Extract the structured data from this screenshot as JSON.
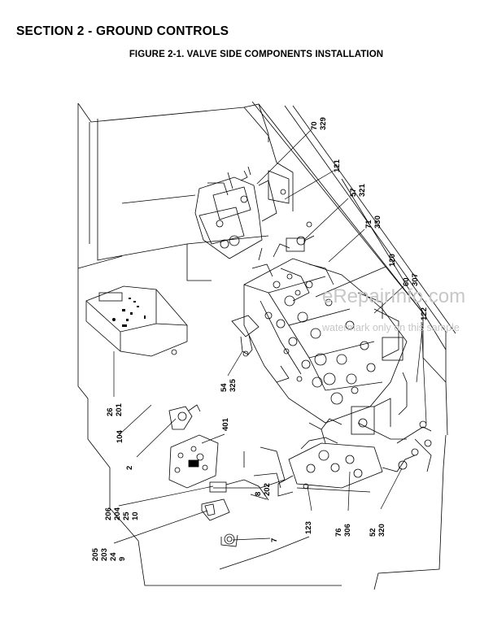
{
  "section_title": "SECTION 2 - GROUND CONTROLS",
  "figure_title": "FIGURE 2-1. VALVE SIDE COMPONENTS INSTALLATION",
  "watermark": {
    "main": "eRepairInfo.com",
    "sub": "watermark only on this sample"
  },
  "callouts": {
    "c70_329": [
      "70",
      "329"
    ],
    "c121": [
      "121"
    ],
    "c57_321": [
      "57",
      "321"
    ],
    "c71_330": [
      "71",
      "330"
    ],
    "c120": [
      "120"
    ],
    "c60_307": [
      "60",
      "307"
    ],
    "c122": [
      "122"
    ],
    "c54_325": [
      "54",
      "325"
    ],
    "c26_201": [
      "26",
      "201"
    ],
    "c104": [
      "104"
    ],
    "c401": [
      "401"
    ],
    "c2": [
      "2"
    ],
    "c206_204_25_10": [
      "206",
      "204",
      "25",
      "10"
    ],
    "c8_202": [
      "8",
      "202"
    ],
    "c205_203_24_9": [
      "205",
      "203",
      "24",
      "9"
    ],
    "c7": [
      "7"
    ],
    "c123": [
      "123"
    ],
    "c76_306": [
      "76",
      "306"
    ],
    "c52_320": [
      "52",
      "320"
    ]
  }
}
